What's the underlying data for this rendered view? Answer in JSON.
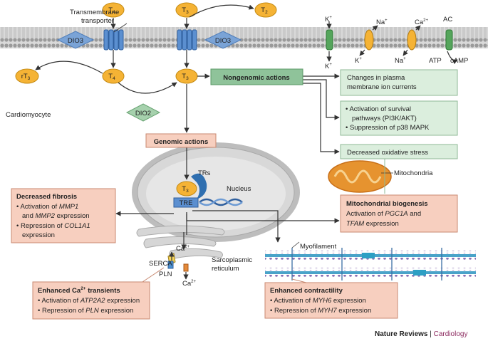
{
  "hormones": {
    "t4": "T",
    "t3": "T",
    "t2": "T",
    "rt3": "rT",
    "sub4": "4",
    "sub3": "3",
    "sub2": "2"
  },
  "labels": {
    "transporter_line1": "Transmembrane",
    "transporter_line2": "transporter",
    "dio3": "DIO3",
    "dio2": "DIO2",
    "cardiomyocyte": "Cardiomyocyte",
    "trs": "TRs",
    "nucleus": "Nucleus",
    "tre": "TRE",
    "mitochondria": "Mitochondria",
    "myofilament": "Myofilament",
    "serca": "SERCA",
    "pln": "PLN",
    "sr_line1": "Sarcoplasmic",
    "sr_line2": "reticulum",
    "k": "K",
    "na": "Na",
    "ca": "Ca",
    "plus": "+",
    "two_plus": "2+",
    "ac": "AC",
    "atp": "ATP",
    "camp": "cAMP"
  },
  "boxes": {
    "nongenomic": "Nongenomic actions",
    "genomic": "Genomic actions",
    "ion_line1": "Changes in plasma",
    "ion_line2": "membrane ion currents",
    "surv_line1": "• Activation of survival",
    "surv_line2": "pathways (PI3K/AKT)",
    "surv_line3": "• Suppression of p38 MAPK",
    "oxidative": "Decreased oxidative stress",
    "fibrosis_title": "Decreased fibrosis",
    "fib_l1": "• Activation of ",
    "fib_g1": "MMP1",
    "fib_l2a": "and ",
    "fib_g2": "MMP2",
    "fib_l2b": " expression",
    "fib_l3": "• Repression of ",
    "fib_g3": "COL1A1",
    "fib_l4": "expression",
    "mito_title": "Mitochondrial biogenesis",
    "mito_l1": "Activation of ",
    "mito_g1": "PGC1A",
    "mito_l1b": " and",
    "mito_g2": "TFAM",
    "mito_l2b": " expression",
    "ca_title_a": "Enhanced Ca",
    "ca_title_sup": "2+",
    "ca_title_b": " transients",
    "ca_l1": "• Activation of ",
    "ca_g1": "ATP2A2",
    "ca_l1b": " expression",
    "ca_l2": "• Repression of ",
    "ca_g2": "PLN",
    "ca_l2b": " expression",
    "con_title": "Enhanced contractility",
    "con_l1": "• Activation of ",
    "con_g1": "MYH6",
    "con_l1b": " expression",
    "con_l2": "• Repression of ",
    "con_g2": "MYH7",
    "con_l2b": " expression"
  },
  "footer": {
    "journal": "Nature Reviews",
    "sep": " | ",
    "section": "Cardiology"
  },
  "colors": {
    "hormone": "#f5b335",
    "dio": "#7aa3d6",
    "transporter": "#5b8fd0",
    "nongenomic_box": "#8fc39a",
    "green_box": "#dbeedd",
    "salmon_box": "#f7cfbf",
    "nucleus": "#c9c9c9",
    "membrane": "#bdbdbd",
    "journal_accent": "#8c2a5f"
  }
}
